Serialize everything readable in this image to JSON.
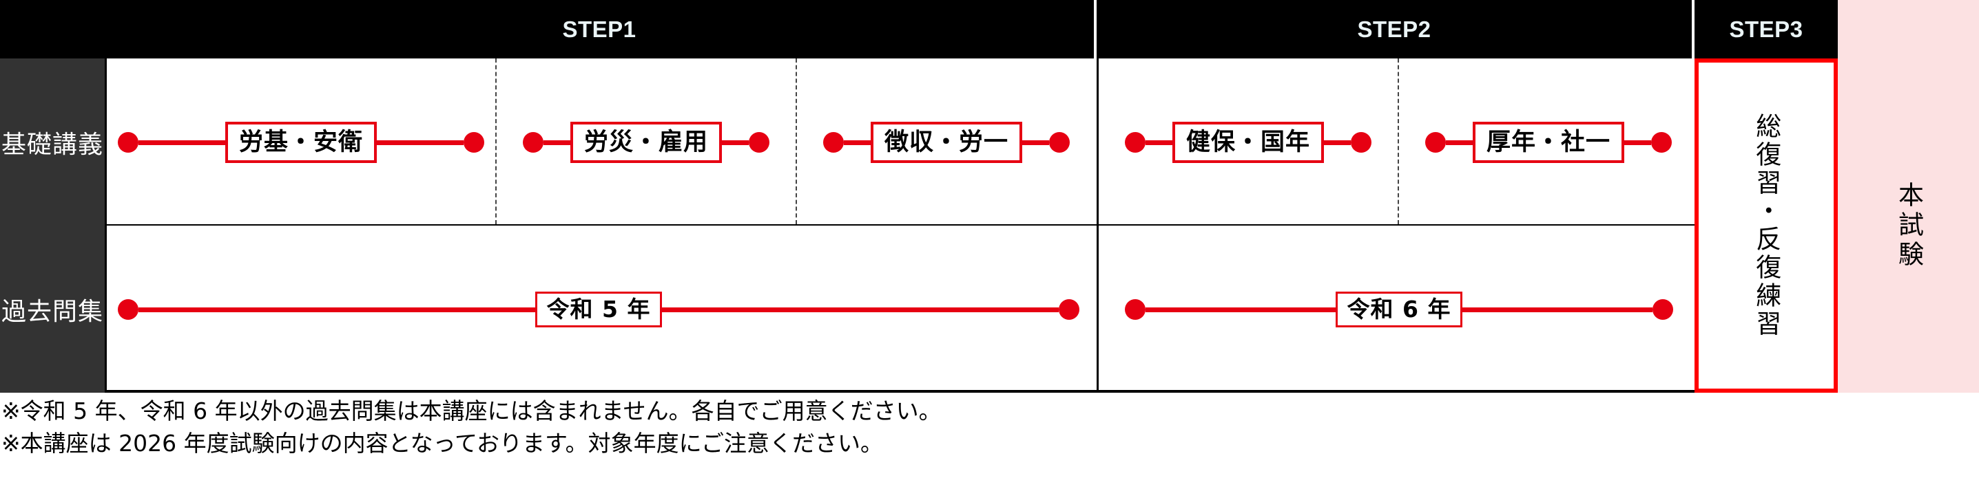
{
  "header": {
    "steps": [
      {
        "label": "STEP1"
      },
      {
        "label": "STEP2"
      },
      {
        "label": "STEP3"
      }
    ]
  },
  "rows": [
    {
      "label": "基礎講義",
      "segments": [
        {
          "text": "労基・安衛",
          "step": "STEP1"
        },
        {
          "text": "労災・雇用",
          "step": "STEP1"
        },
        {
          "text": "徴収・労一",
          "step": "STEP1"
        },
        {
          "text": "健保・国年",
          "step": "STEP2"
        },
        {
          "text": "厚年・社一",
          "step": "STEP2"
        }
      ]
    },
    {
      "label": "過去問集",
      "segments": [
        {
          "text": "令和 5 年",
          "step": "STEP1"
        },
        {
          "text": "令和 6 年",
          "step": "STEP2"
        }
      ]
    }
  ],
  "step3_cell": {
    "text": "総復習・反復練習"
  },
  "exam_column": {
    "text": "本試験"
  },
  "notes": [
    "※令和 5 年、令和 6 年以外の過去問集は本講座には含まれません。各自でご用意ください。",
    "※本講座は 2026 年度試験向けの内容となっております。対象年度にご注意ください。"
  ],
  "colors": {
    "accent_red": "#e60012",
    "step3_border": "#ff0000",
    "header_black": "#000000",
    "row_label_bg": "#333333",
    "exam_pink": "#fce1e2",
    "step_text": "#eaf4f6"
  }
}
